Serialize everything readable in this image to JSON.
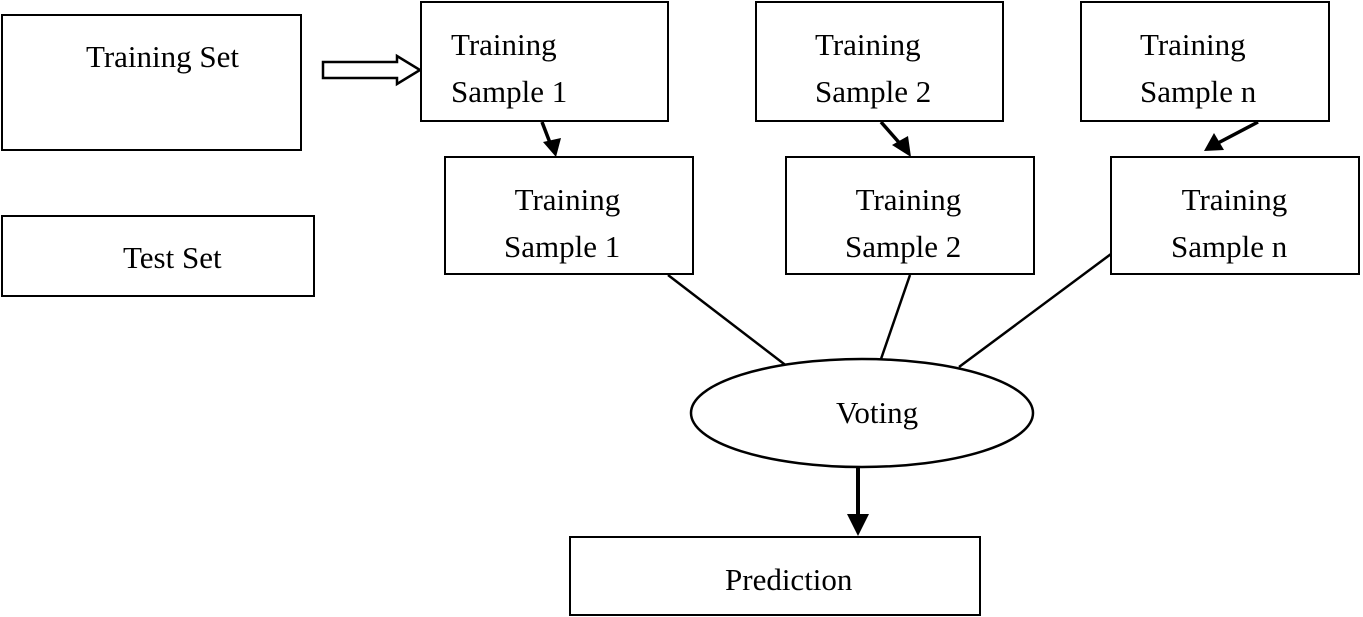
{
  "diagram": {
    "training_set": "Training Set",
    "test_set": "Test Set",
    "bootstrap_samples": [
      {
        "line1": "Training",
        "line2": "Sample 1"
      },
      {
        "line1": "Training",
        "line2": "Sample 2"
      },
      {
        "line1": "Training",
        "line2": "Sample n"
      }
    ],
    "trained_samples": [
      {
        "line1": "Training",
        "line2": "Sample 1"
      },
      {
        "line1": "Training",
        "line2": "Sample 2"
      },
      {
        "line1": "Training",
        "line2": "Sample n"
      }
    ],
    "voting": "Voting",
    "prediction": "Prediction"
  }
}
